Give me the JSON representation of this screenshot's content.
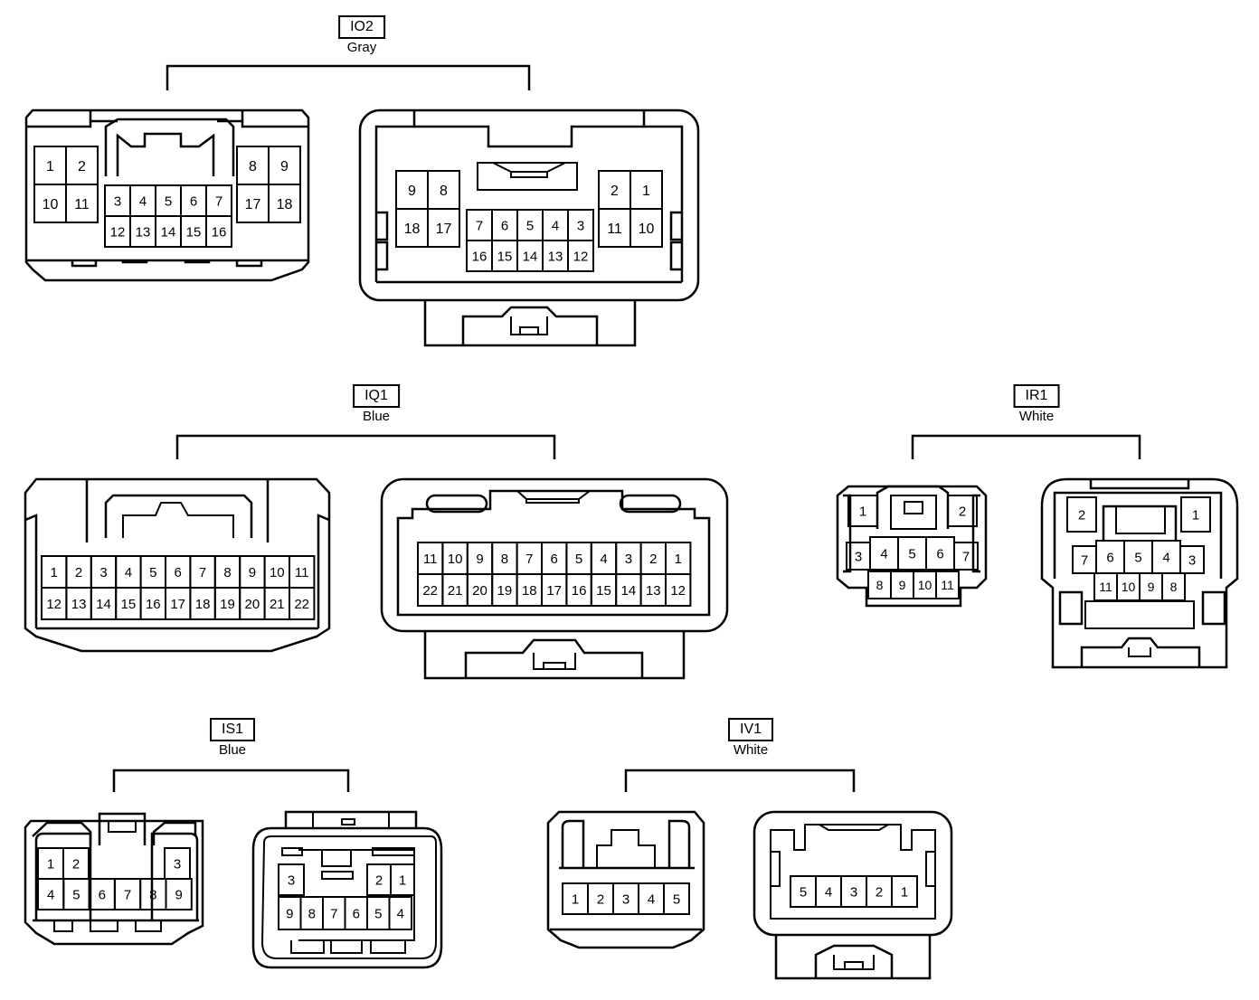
{
  "groups": {
    "io2": {
      "code": "IO2",
      "color": "Gray",
      "left": {
        "top_left": [
          "1",
          "2",
          "10",
          "11"
        ],
        "top_right": [
          "8",
          "9",
          "17",
          "18"
        ],
        "center": [
          "3",
          "4",
          "5",
          "6",
          "7",
          "12",
          "13",
          "14",
          "15",
          "16"
        ]
      },
      "right": {
        "top_left": [
          "9",
          "8",
          "18",
          "17"
        ],
        "top_right": [
          "2",
          "1",
          "11",
          "10"
        ],
        "center": [
          "7",
          "6",
          "5",
          "4",
          "3",
          "16",
          "15",
          "14",
          "13",
          "12"
        ]
      }
    },
    "iq1": {
      "code": "IQ1",
      "color": "Blue",
      "left": {
        "row1": [
          "1",
          "2",
          "3",
          "4",
          "5",
          "6",
          "7",
          "8",
          "9",
          "10",
          "11"
        ],
        "row2": [
          "12",
          "13",
          "14",
          "15",
          "16",
          "17",
          "18",
          "19",
          "20",
          "21",
          "22"
        ]
      },
      "right": {
        "row1": [
          "11",
          "10",
          "9",
          "8",
          "7",
          "6",
          "5",
          "4",
          "3",
          "2",
          "1"
        ],
        "row2": [
          "22",
          "21",
          "20",
          "19",
          "18",
          "17",
          "16",
          "15",
          "14",
          "13",
          "12"
        ]
      }
    },
    "ir1": {
      "code": "IR1",
      "color": "White",
      "left": {
        "side": [
          "1",
          "2"
        ],
        "row1": [
          "3",
          "4",
          "5",
          "6",
          "7"
        ],
        "row2": [
          "8",
          "9",
          "10",
          "11"
        ]
      },
      "right": {
        "side": [
          "2",
          "1"
        ],
        "row1": [
          "7",
          "6",
          "5",
          "4",
          "3"
        ],
        "row2": [
          "11",
          "10",
          "9",
          "8"
        ]
      }
    },
    "is1": {
      "code": "IS1",
      "color": "Blue",
      "left": {
        "top": [
          "1",
          "2",
          "3"
        ],
        "bottom": [
          "4",
          "5",
          "6",
          "7",
          "8",
          "9"
        ]
      },
      "right": {
        "top": [
          "3",
          "2",
          "1"
        ],
        "bottom": [
          "9",
          "8",
          "7",
          "6",
          "5",
          "4"
        ]
      }
    },
    "iv1": {
      "code": "IV1",
      "color": "White",
      "left": {
        "row": [
          "1",
          "2",
          "3",
          "4",
          "5"
        ]
      },
      "right": {
        "row": [
          "5",
          "4",
          "3",
          "2",
          "1"
        ]
      }
    }
  }
}
